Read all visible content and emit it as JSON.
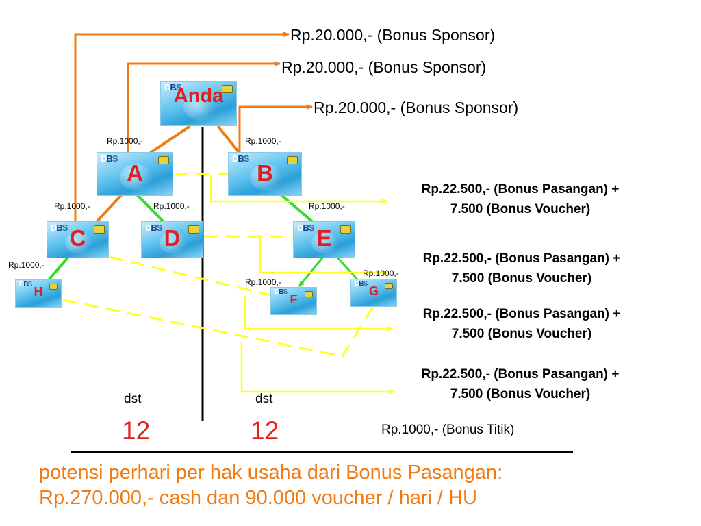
{
  "colors": {
    "orange": "#f07b12",
    "green": "#33dd22",
    "yellow": "#ffff22",
    "red": "#e41e1e",
    "black": "#000000"
  },
  "cards": {
    "anda": {
      "name": "Anda",
      "logo_d": "D",
      "logo_b": "B",
      "logo_s": "S",
      "icon": "dbs-card-icon"
    },
    "a": {
      "name": "A"
    },
    "b": {
      "name": "B"
    },
    "c": {
      "name": "C"
    },
    "d": {
      "name": "D"
    },
    "e": {
      "name": "E"
    },
    "f": {
      "name": "F"
    },
    "g": {
      "name": "G"
    },
    "h": {
      "name": "H"
    }
  },
  "sponsor_labels": [
    "Rp.20.000,- (Bonus Sponsor)",
    "Rp.20.000,- (Bonus Sponsor)",
    "Rp.20.000,- (Bonus Sponsor)"
  ],
  "point_labels": {
    "a": "Rp.1000,-",
    "b": "Rp.1000,-",
    "c": "Rp.1000,-",
    "d": "Rp.1000,-",
    "e": "Rp.1000,-",
    "h": "Rp.1000,-",
    "f": "Rp.1000,-",
    "g": "Rp.1000,-"
  },
  "pair_labels": [
    {
      "line1": "Rp.22.500,- (Bonus Pasangan) +",
      "line2": "7.500  (Bonus Voucher)"
    },
    {
      "line1": "Rp.22.500,- (Bonus Pasangan) +",
      "line2": "7.500 (Bonus Voucher)"
    },
    {
      "line1": "Rp.22.500,- (Bonus Pasangan) +",
      "line2": "7.500 (Bonus Voucher)"
    },
    {
      "line1": "Rp.22.500,- (Bonus Pasangan) +",
      "line2": "7.500 (Bonus Voucher)"
    }
  ],
  "left_side": {
    "dst": "dst",
    "count": "12"
  },
  "right_side": {
    "dst": "dst",
    "count": "12"
  },
  "titik_label": "Rp.1000,- (Bonus Titik)",
  "footer": {
    "line1": "potensi perhari per hak usaha dari Bonus Pasangan:",
    "line2": "Rp.270.000,- cash dan 90.000 voucher / hari / HU"
  }
}
